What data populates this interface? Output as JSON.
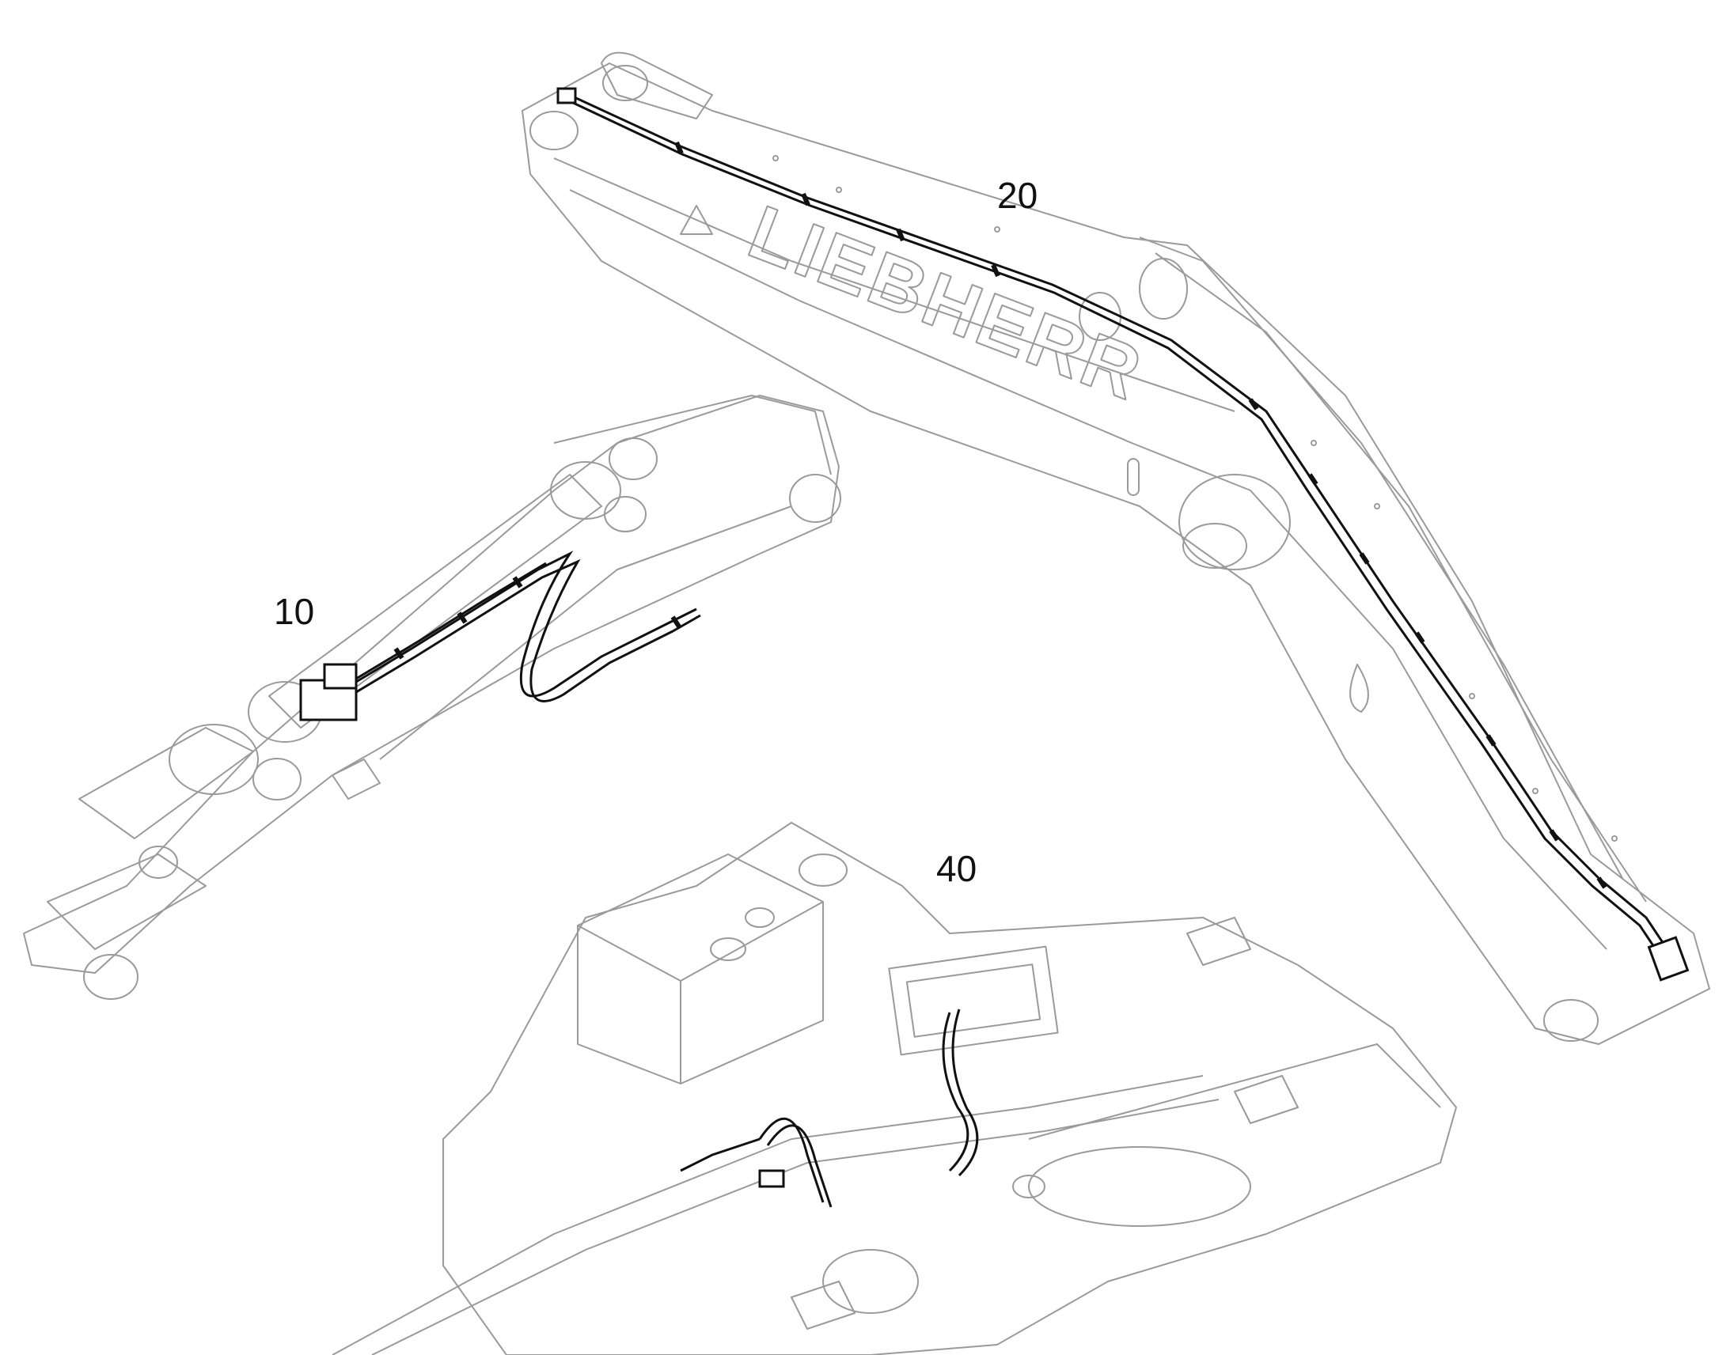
{
  "callouts": {
    "c10": "10",
    "c20": "20",
    "c40": "40"
  },
  "boom_lettering": "LIEBHERR",
  "colors": {
    "outline": "#9a9a9a",
    "hose": "#111111",
    "text": "#111111",
    "background": "#ffffff"
  }
}
